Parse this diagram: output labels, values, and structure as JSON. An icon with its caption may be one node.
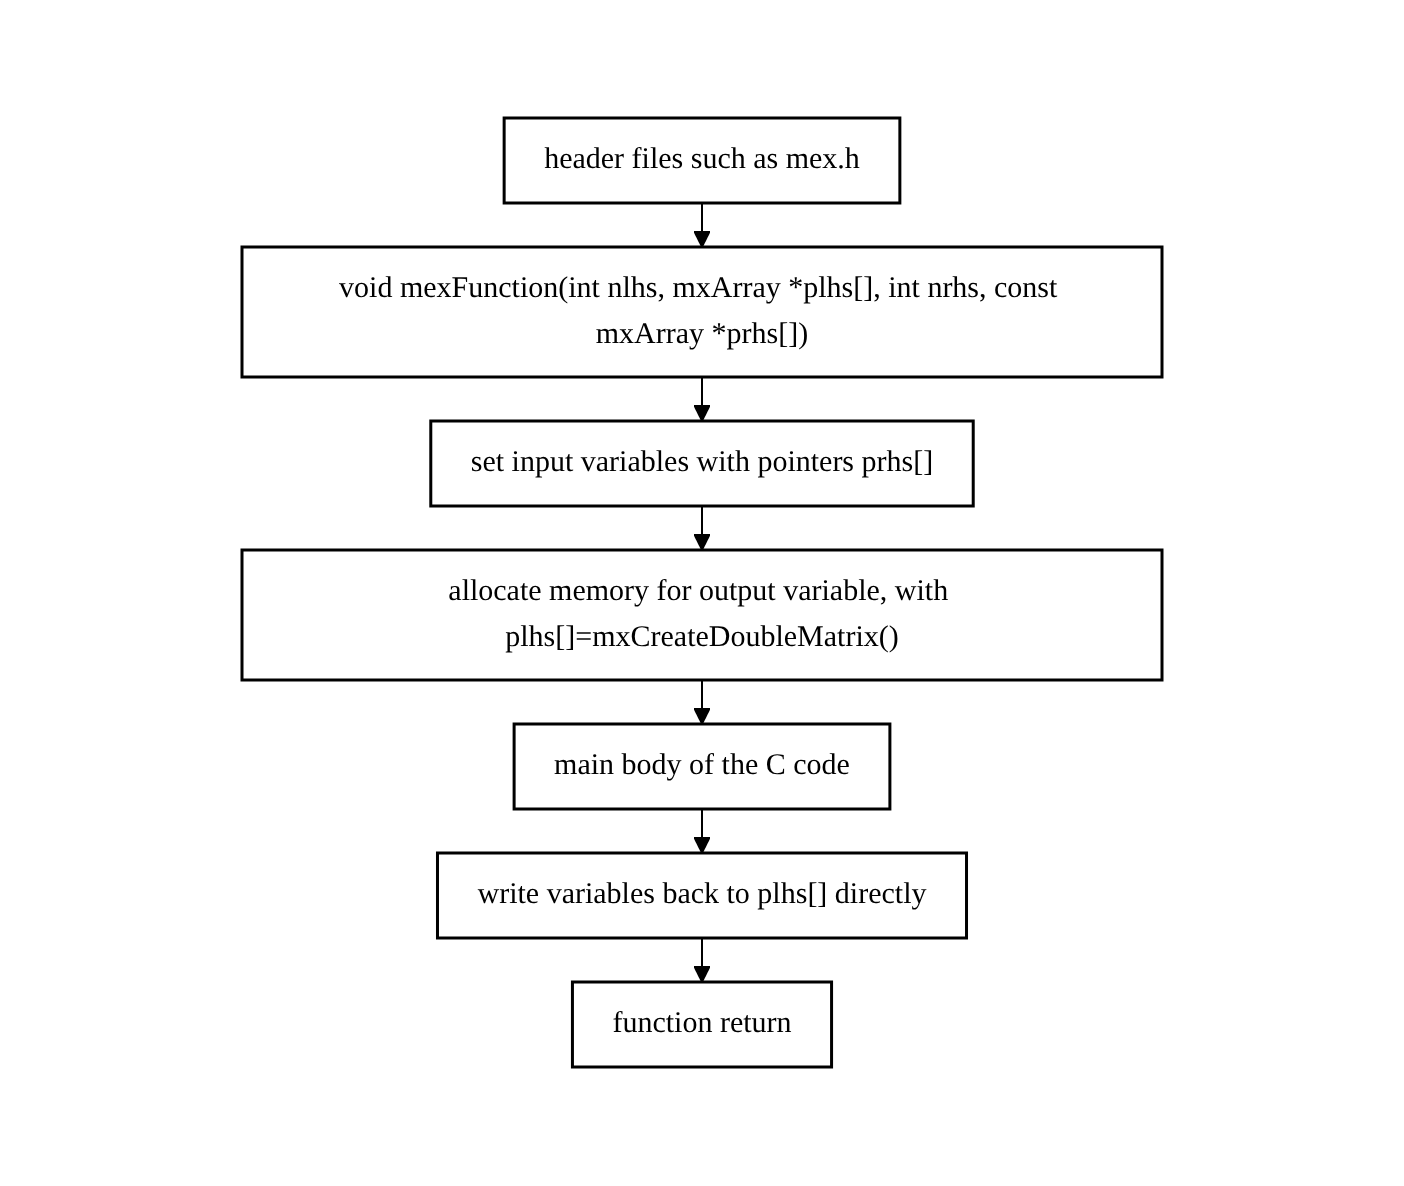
{
  "diagram": {
    "nodes": [
      {
        "text": [
          "header files such as mex.h"
        ]
      },
      {
        "text": [
          "void mexFunction(int nlhs, mxArray *plhs[], int nrhs, const mxArray *prhs[])"
        ]
      },
      {
        "text": [
          "set input variables with pointers prhs[]"
        ]
      },
      {
        "text": [
          "allocate memory for output variable, with plhs[]=mxCreateDoubleMatrix()"
        ]
      },
      {
        "text": [
          "main body of the C code"
        ]
      },
      {
        "text": [
          "write variables back to plhs[] directly"
        ]
      },
      {
        "text": [
          "function return"
        ]
      }
    ],
    "edges": [
      {
        "from": 0,
        "to": 1,
        "arrow": "to"
      },
      {
        "from": 1,
        "to": 2,
        "arrow": "to"
      },
      {
        "from": 2,
        "to": 3,
        "arrow": "to"
      },
      {
        "from": 3,
        "to": 4,
        "arrow": "to"
      },
      {
        "from": 4,
        "to": 5,
        "arrow": "to"
      },
      {
        "from": 5,
        "to": 6,
        "arrow": "to"
      }
    ]
  }
}
